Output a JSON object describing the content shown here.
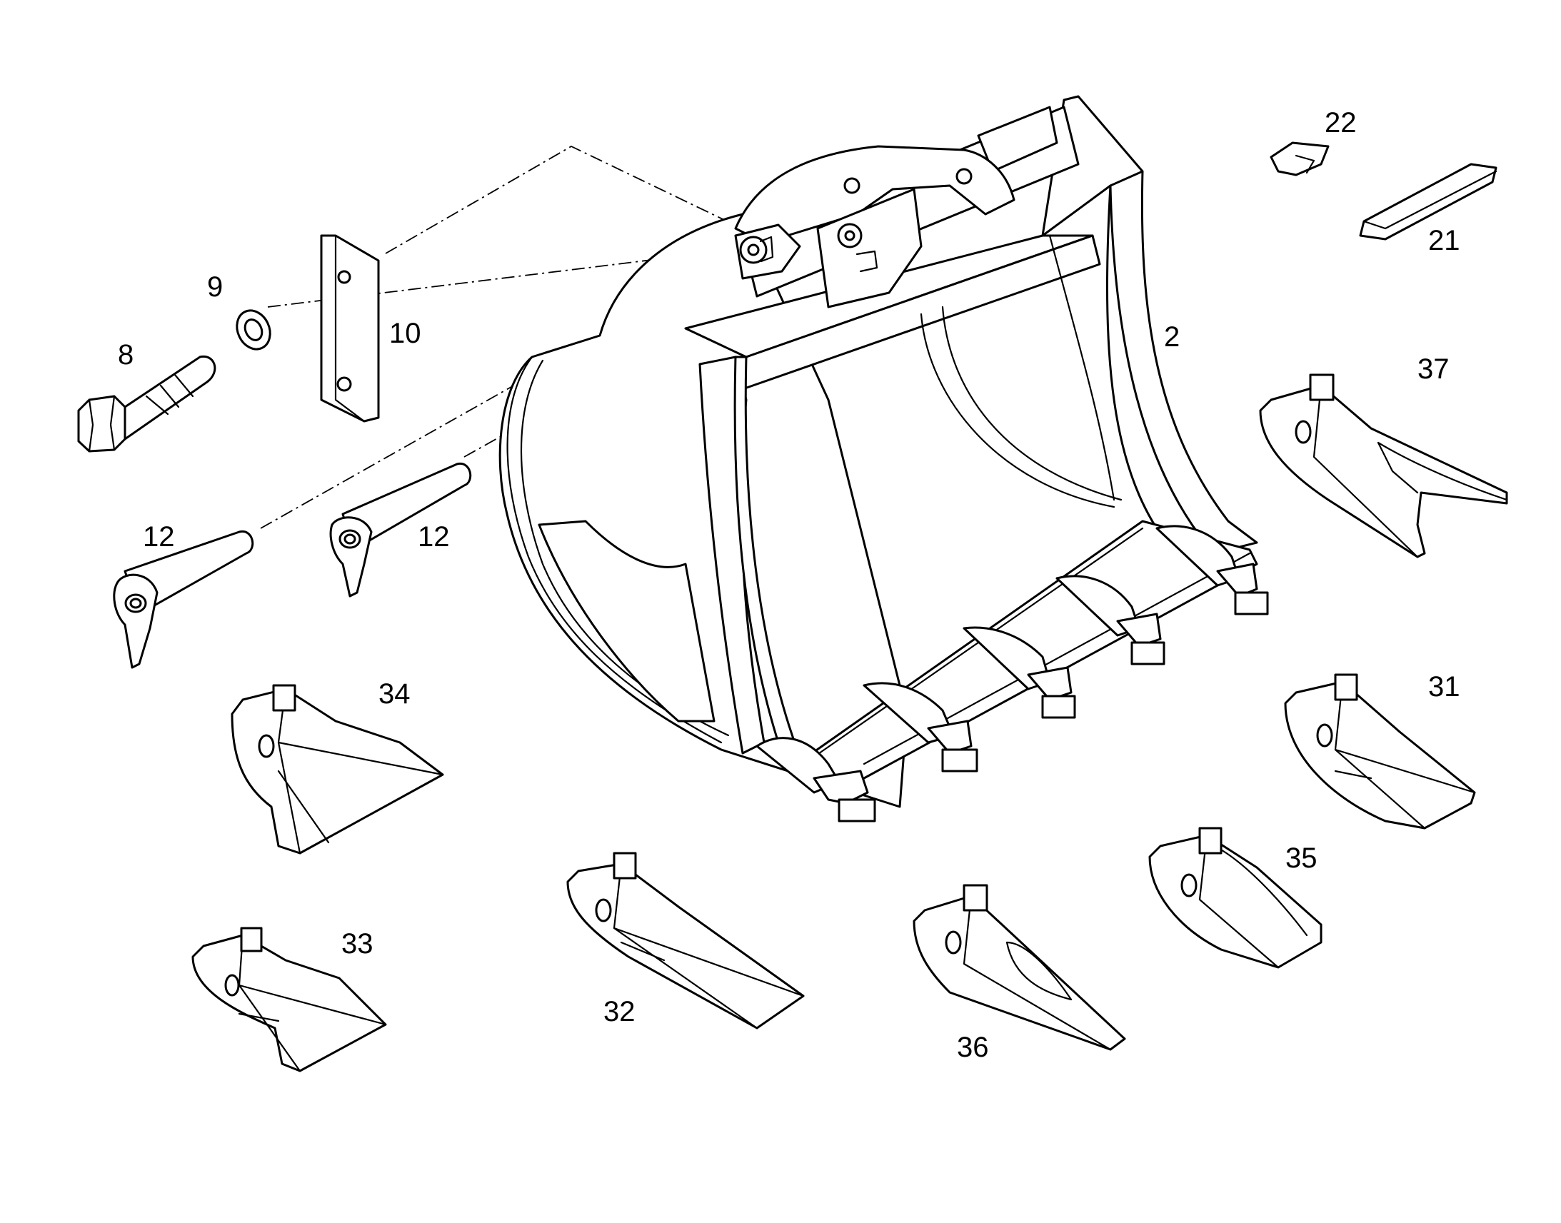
{
  "diagram": {
    "callouts": {
      "p2": "2",
      "p8": "8",
      "p9": "9",
      "p10": "10",
      "p12a": "12",
      "p12b": "12",
      "p21": "21",
      "p22": "22",
      "p31": "31",
      "p32": "32",
      "p33": "33",
      "p34": "34",
      "p35": "35",
      "p36": "36",
      "p37": "37"
    },
    "colors": {
      "line": "#000000",
      "background": "#ffffff"
    }
  }
}
